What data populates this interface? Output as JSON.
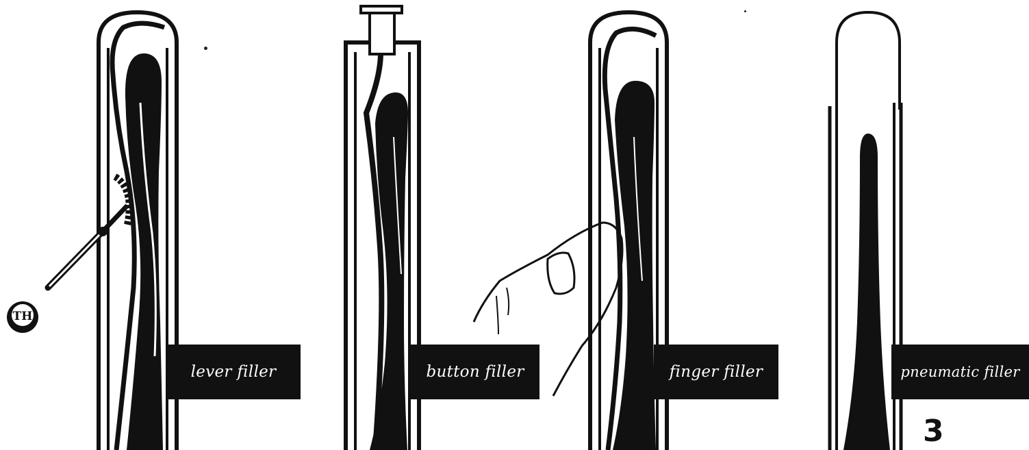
{
  "figure": {
    "panels": [
      {
        "id": "lever",
        "label": "lever filler"
      },
      {
        "id": "button",
        "label": "button filler"
      },
      {
        "id": "finger",
        "label": "finger filler"
      },
      {
        "id": "pneumatic",
        "label": "pneumatic filler"
      }
    ],
    "page_number": "3",
    "logo": "TH"
  },
  "colors": {
    "ink": "#111111",
    "paper": "#ffffff",
    "label_text": "#ffffff"
  }
}
